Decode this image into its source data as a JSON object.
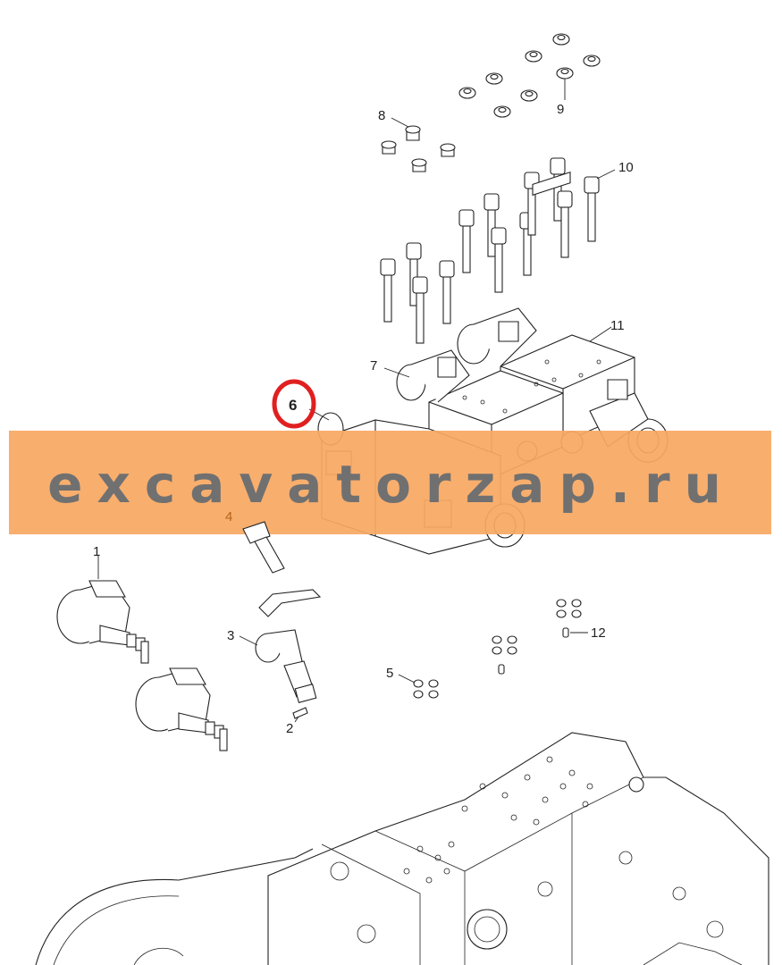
{
  "callouts": {
    "c1": "1",
    "c2": "2",
    "c3": "3",
    "c4": "4",
    "c5": "5",
    "c6": "6",
    "c7": "7",
    "c8": "8",
    "c9": "9",
    "c10": "10",
    "c11": "11",
    "c12": "12"
  },
  "watermark": {
    "text": "excavatorzap.ru"
  },
  "colors": {
    "watermark_band": "#f8a862",
    "watermark_text": "#707070",
    "highlight_ring": "#e02020",
    "highlight_label": "#b5651d",
    "line": "#222222"
  }
}
